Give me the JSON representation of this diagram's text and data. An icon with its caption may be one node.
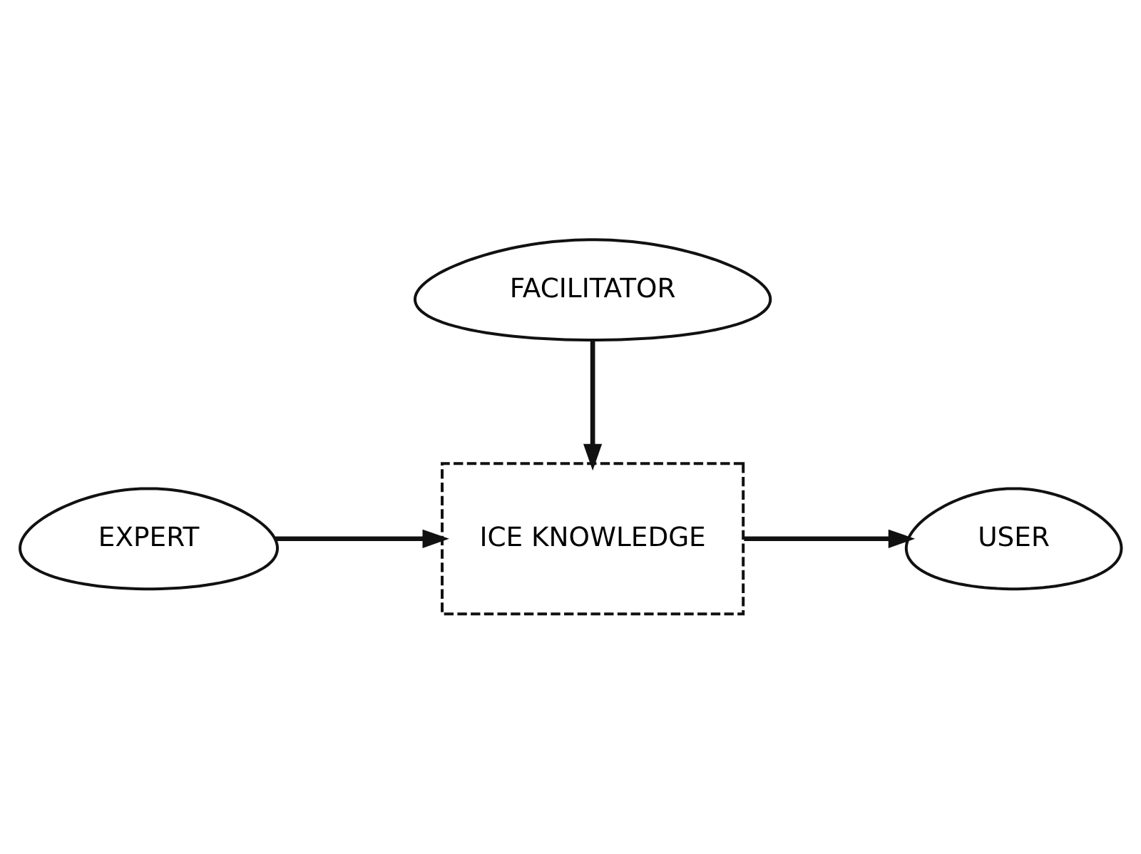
{
  "diagram": {
    "nodes": [
      {
        "text": [
          "FACILITATOR"
        ]
      },
      {
        "text": [
          "EXPERT"
        ]
      },
      {
        "text": [
          "ICE KNOWLEDGE"
        ]
      },
      {
        "text": [
          "USER"
        ]
      }
    ],
    "edges": [
      {
        "from": 0,
        "to": 2,
        "arrow": "to"
      },
      {
        "from": 1,
        "to": 2,
        "arrow": "to"
      },
      {
        "from": 2,
        "to": 3,
        "arrow": "to"
      }
    ]
  }
}
